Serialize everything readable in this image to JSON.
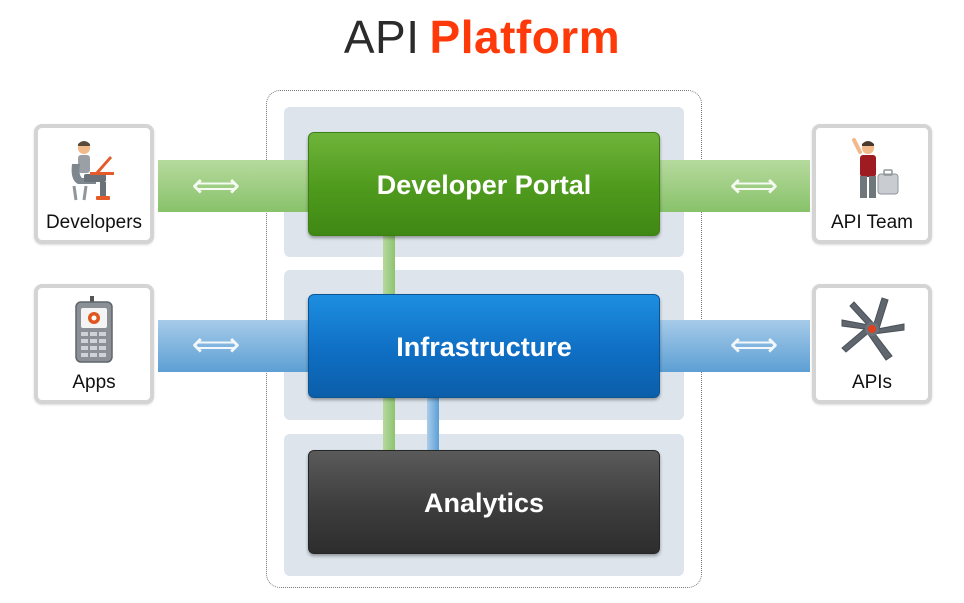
{
  "title": {
    "main": "API",
    "accent": "Platform"
  },
  "colors": {
    "accent": "#ff3a0a",
    "portal": "#4e9a1d",
    "infrastructure": "#0f6fc4",
    "analytics": "#3d3d3d",
    "band": "#dde4ec"
  },
  "platform": {
    "layers": [
      {
        "label": "Developer Portal"
      },
      {
        "label": "Infrastructure"
      },
      {
        "label": "Analytics"
      }
    ]
  },
  "actors": {
    "developers": {
      "label": "Developers",
      "icon": "developer-at-laptop-icon"
    },
    "apps": {
      "label": "Apps",
      "icon": "mobile-phone-icon"
    },
    "api_team": {
      "label": "API Team",
      "icon": "person-with-luggage-icon"
    },
    "apis": {
      "label": "APIs",
      "icon": "api-hub-icon"
    }
  },
  "arrow_glyph": "⟺"
}
